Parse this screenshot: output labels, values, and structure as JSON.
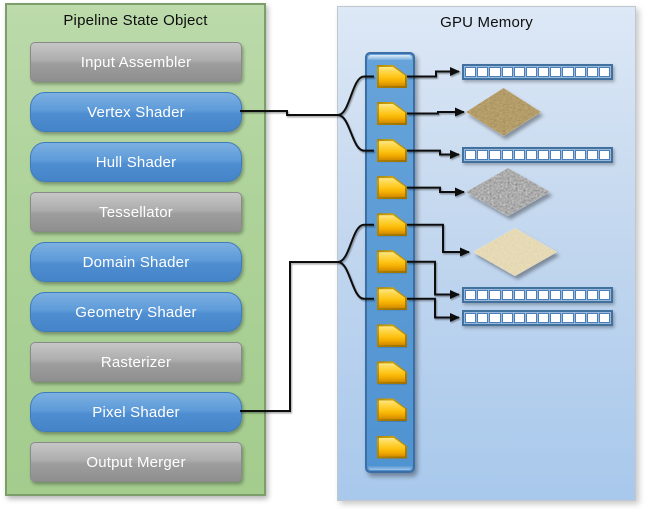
{
  "diagram": {
    "left_panel": {
      "title": "Pipeline State Object",
      "stages": [
        {
          "label": "Input Assembler",
          "variant": "gray"
        },
        {
          "label": "Vertex Shader",
          "variant": "blue"
        },
        {
          "label": "Hull Shader",
          "variant": "blue"
        },
        {
          "label": "Tessellator",
          "variant": "gray"
        },
        {
          "label": "Domain Shader",
          "variant": "blue"
        },
        {
          "label": "Geometry Shader",
          "variant": "blue"
        },
        {
          "label": "Rasterizer",
          "variant": "gray"
        },
        {
          "label": "Pixel Shader",
          "variant": "blue"
        },
        {
          "label": "Output Merger",
          "variant": "gray"
        }
      ]
    },
    "right_panel": {
      "title": "GPU Memory",
      "descriptor_heap": {
        "slot_count": 11,
        "icon": "descriptor-icon"
      },
      "resources": [
        {
          "id": 1,
          "type": "buffer",
          "cell_count": 12
        },
        {
          "id": 2,
          "type": "texture",
          "appearance": "woven-gold-texture"
        },
        {
          "id": 3,
          "type": "buffer",
          "cell_count": 12
        },
        {
          "id": 4,
          "type": "texture",
          "appearance": "gray-noise-texture"
        },
        {
          "id": 5,
          "type": "texture",
          "appearance": "cream-smooth-texture"
        },
        {
          "id": 6,
          "type": "buffer",
          "cell_count": 12
        },
        {
          "id": 7,
          "type": "buffer",
          "cell_count": 12
        }
      ]
    },
    "connections": {
      "shader_to_heap_braces": [
        {
          "shader": "Vertex Shader",
          "slots": [
            1,
            2,
            3
          ]
        },
        {
          "shader": "Pixel Shader",
          "slots": [
            5,
            6,
            7
          ]
        }
      ],
      "heap_to_resource_arrows": [
        {
          "slot": 1,
          "resource": 1
        },
        {
          "slot": 2,
          "resource": 2
        },
        {
          "slot": 3,
          "resource": 3
        },
        {
          "slot": 4,
          "resource": 4
        },
        {
          "slot": 5,
          "resource": 5
        },
        {
          "slot": 6,
          "resource": 6
        },
        {
          "slot": 7,
          "resource": 7
        }
      ]
    },
    "colors": {
      "pso_panel_fill": "#aed39a",
      "pso_panel_border": "#7d9e6b",
      "gpu_panel_fill_top": "#dde8f6",
      "gpu_panel_fill_bottom": "#a8c8ec",
      "heap_fill": "#5b9bd5",
      "heap_border": "#3a6ea5",
      "descriptor_gold": "#fdc312",
      "gray_stage_fill": "#a6a6a6",
      "blue_stage_fill": "#5b9bd5",
      "connector_line": "#0f0f0f",
      "buffer_cell_border": "#4a7ebb"
    }
  }
}
